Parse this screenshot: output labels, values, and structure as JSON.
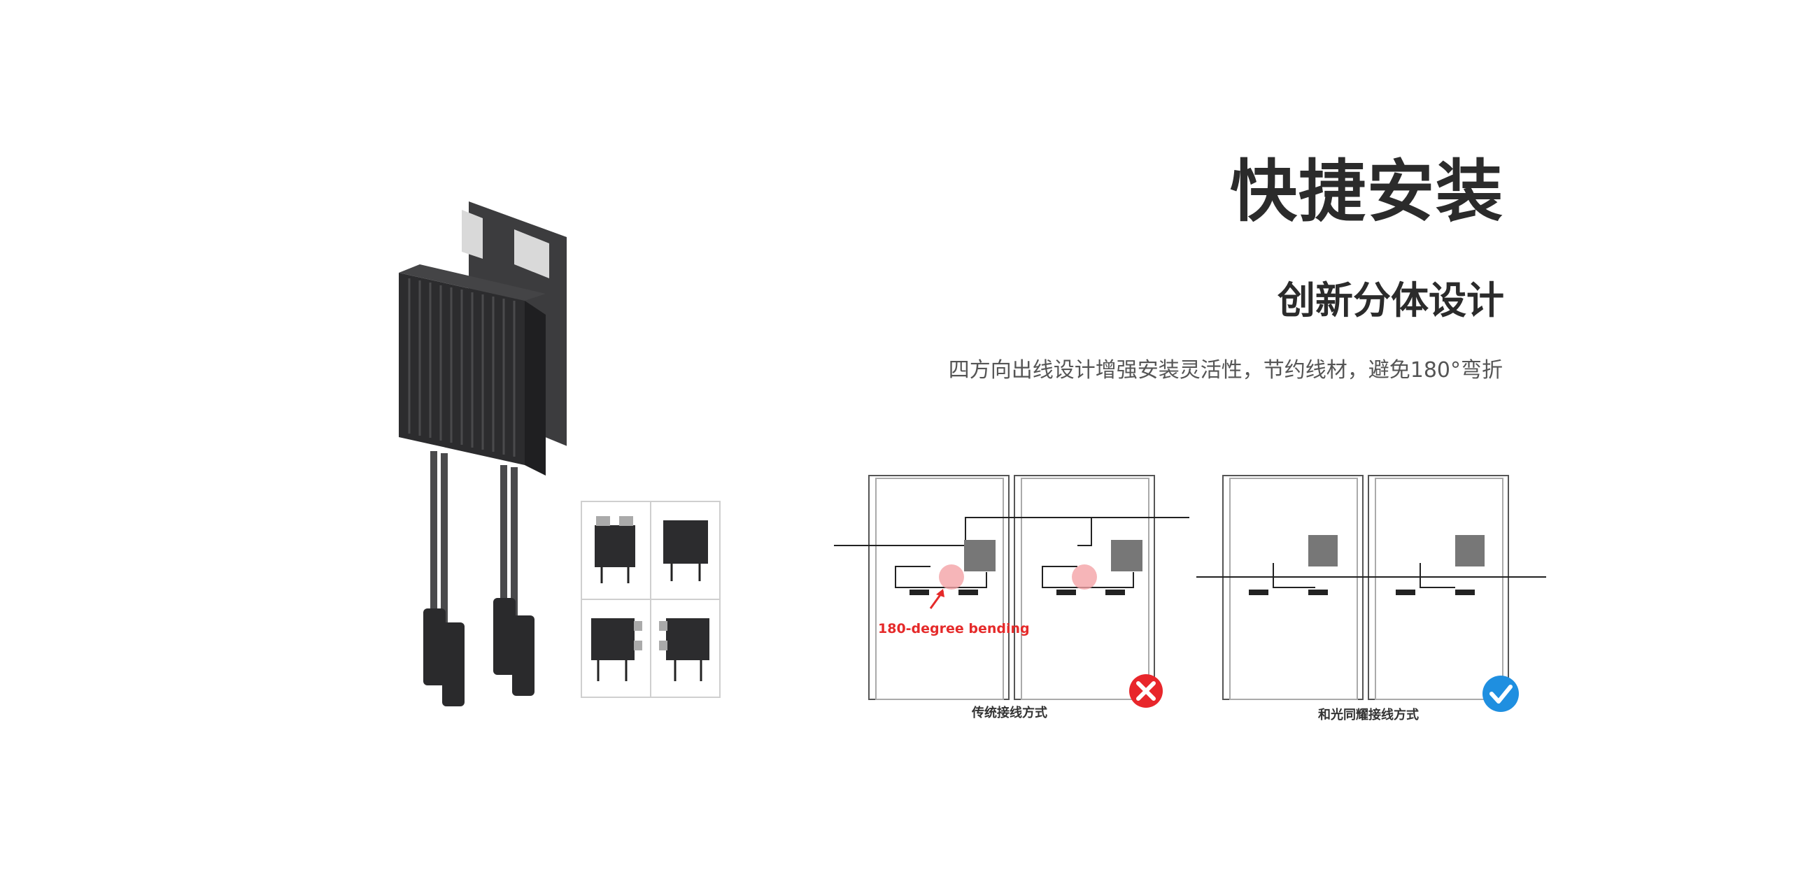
{
  "title": "快捷安装",
  "subtitle": "创新分体设计",
  "description": "四方向出线设计增强安装灵活性，节约线材，避免180°弯折",
  "diagram": {
    "bend_label": "180-degree bending",
    "traditional_caption": "传统接线方式",
    "sungrow_caption": "和光同耀接线方式"
  },
  "colors": {
    "text_dark": "#2b2b2b",
    "text_gray": "#555555",
    "wrong": "#e8262b",
    "right": "#1f8fe0",
    "highlight": "#f4a3a6"
  },
  "icons": {
    "wrong": "x-circle-icon",
    "right": "check-circle-icon"
  }
}
